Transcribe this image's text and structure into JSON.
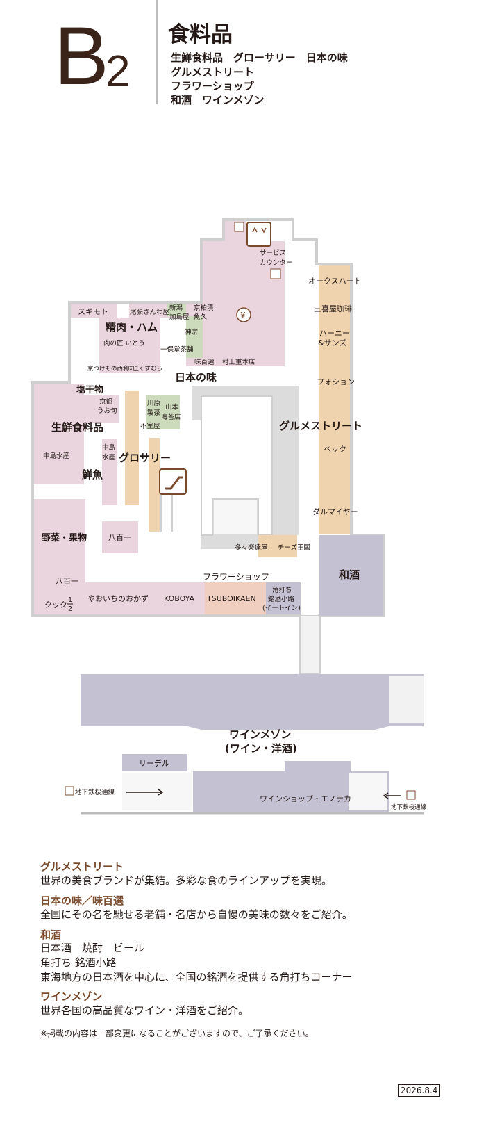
{
  "header": {
    "floor_letter": "B",
    "floor_number": "2",
    "category": "食料品",
    "lines": [
      "生鮮食料品　グローサリー　日本の味",
      "グルメストリート",
      "フラワーショップ",
      "和酒　ワインメゾン"
    ]
  },
  "map": {
    "service_counter": [
      "サービス",
      "カウンター"
    ],
    "shops": {
      "oaks_heart": "オークスハート",
      "sankiya": "三喜屋珈琲",
      "harney": [
        "ハーニー",
        "&サンズ"
      ],
      "fauchon": "フォション",
      "beck": "ベック",
      "dalmayr": "ダルマイヤー",
      "sugimoto": "スギモト",
      "owari": "尾張さんわ屋",
      "niigata": [
        "新潟",
        "加島屋"
      ],
      "kyokasu": [
        "京粕漬",
        "魚久"
      ],
      "seiniku": "精肉・ハム",
      "nikunotakumi": "肉の匠 いとう",
      "shinmune": "神宗",
      "ippodo": "一保堂茶舗",
      "kyotsukemono": "京つけもの西利",
      "mikaku": "味匠くずむら",
      "ajihyakusen": "味百選",
      "murakami": "村上重本店",
      "nihon_no_aji": "日本の味",
      "shiohimono": "塩干物",
      "kyoto_uoshun": [
        "京都",
        "うお旬"
      ],
      "kawahara": [
        "川原",
        "製茶"
      ],
      "yamamoto": [
        "山本",
        "海苔店"
      ],
      "fumuroya": "不室屋",
      "seisen": "生鮮食料品",
      "nakajima_suisan": "中島水産",
      "nakajima_suisan2": [
        "中島",
        "水産"
      ],
      "grocery": "グロサリー",
      "sengyo": "鮮魚",
      "gourmet_street": "グルメストリート",
      "yasai": "野菜・果物",
      "yaoichi": "八百一",
      "yaoichi2": "八百一",
      "tatara": "多々楽達屋",
      "cheese": "チーズ王国",
      "washu": "和酒",
      "flower": "フラワーショップ",
      "cook": "クック",
      "half_num": "1",
      "half_den": "2",
      "yaoichi_okazu": "やおいちのおかず",
      "koboya": "KOBOYA",
      "tsuboikaen": "TSUBOIKAEN",
      "kakuuchi": [
        "角打ち",
        "銘酒小路",
        "(イートイン)"
      ],
      "wine_maison": [
        "ワインメゾン",
        "(ワイン・洋酒)"
      ],
      "riedel": "リーデル",
      "enoteca": "ワインショップ・エノテカ",
      "subway_left": "地下鉄桜通線",
      "subway_right": "地下鉄桜通線"
    }
  },
  "descriptions": [
    {
      "title": "グルメストリート",
      "text": "世界の美食ブランドが集結。多彩な食のラインアップを実現。"
    },
    {
      "title": "日本の味／味百選",
      "text": "全国にその名を馳せる老舗・名店から自慢の美味の数々をご紹介。"
    },
    {
      "title": "和酒",
      "text": "日本酒　焼酎　ビール\n角打ち 銘酒小路\n東海地方の日本酒を中心に、全国の銘酒を提供する角打ちコーナー"
    },
    {
      "title": "ワインメゾン",
      "text": "世界各国の高品質なワイン・洋酒をご紹介。"
    }
  ],
  "note": "※掲載の内容は一部変更になることがございますので、ご了承ください。",
  "date": "2026.8.4",
  "colors": {
    "pink": "#ead5df",
    "orange": "#efd3ae",
    "green": "#cddbbd",
    "lavender": "#c4c1d3",
    "gray": "#dcdcdc",
    "brown": "#7a4a2c"
  }
}
